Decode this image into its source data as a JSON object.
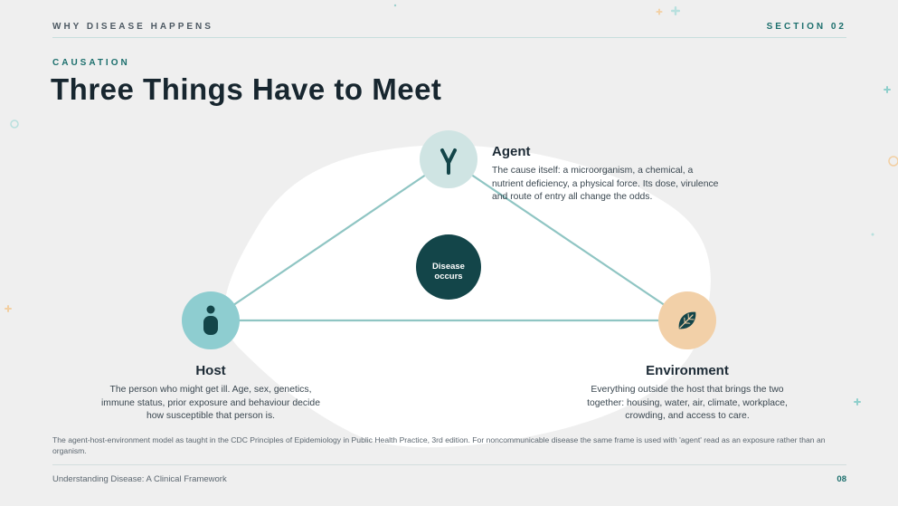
{
  "header": {
    "left": "WHY DISEASE HAPPENS",
    "right": "SECTION 02"
  },
  "eyebrow": "CAUSATION",
  "title": "Three Things Have to Meet",
  "nodes": {
    "agent": {
      "title": "Agent",
      "description_lines": [
        "The cause itself: a microorganism, a chemical, a",
        "nutrient deficiency, a physical force. Its dose, virulence",
        "and route of entry all change the odds."
      ],
      "icon": "antibody-icon"
    },
    "host": {
      "title": "Host",
      "description_lines": [
        "The person who might get ill. Age, sex, genetics,",
        "immune status, prior exposure and behaviour decide",
        "how susceptible that person is."
      ],
      "icon": "person-icon"
    },
    "environment": {
      "title": "Environment",
      "description_lines": [
        "Everything outside the host that brings the two",
        "together: housing, water, air, climate, workplace,",
        "crowding, and access to care."
      ],
      "icon": "leaf-icon"
    }
  },
  "center": {
    "line1": "Disease",
    "line2": "occurs"
  },
  "footnote": "The agent-host-environment model as taught in the CDC Principles of Epidemiology in Public Health Practice, 3rd edition. For noncommunicable disease the same frame is used with 'agent' read as an exposure rather than an organism.",
  "footer": {
    "left": "Understanding Disease: A Clinical Framework",
    "page_number": "08"
  },
  "colors": {
    "background": "#efefef",
    "blob": "#ffffff",
    "line": "#8fc5c3",
    "agent_circle": "#cfe4e3",
    "host_circle": "#8ecdd0",
    "environment_circle": "#f2d0a8",
    "center_circle": "#134549",
    "teal_accent": "#1c6f6d"
  }
}
